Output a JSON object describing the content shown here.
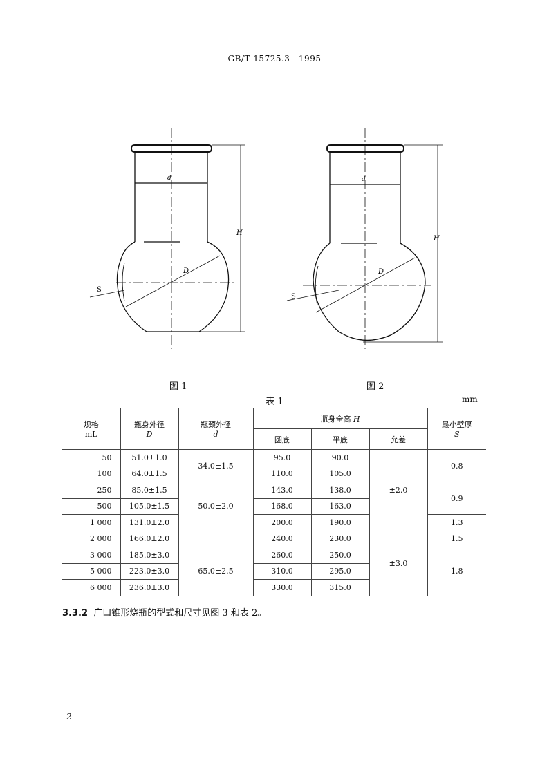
{
  "header": {
    "doc_number": "GB/T 15725.3—1995"
  },
  "figures": [
    {
      "caption": "图 1",
      "labels": {
        "d": "d",
        "D": "D",
        "H": "H",
        "S": "S"
      }
    },
    {
      "caption": "图 2",
      "labels": {
        "d": "d",
        "D": "D",
        "H": "H",
        "S": "S"
      }
    }
  ],
  "table": {
    "title": "表 1",
    "unit": "mm",
    "headers": {
      "spec": "规格",
      "spec_unit": "mL",
      "body_od": "瓶身外径",
      "body_od_sym": "D",
      "neck_od": "瓶颈外径",
      "neck_od_sym": "d",
      "height": "瓶身全高",
      "height_sym": "H",
      "round": "圆底",
      "flat": "平底",
      "tol": "允差",
      "wall": "最小壁厚",
      "wall_sym": "S"
    },
    "rows": [
      {
        "spec": "50",
        "D": "51.0±1.0",
        "round": "95.0",
        "flat": "90.0"
      },
      {
        "spec": "100",
        "D": "64.0±1.5",
        "round": "110.0",
        "flat": "105.0"
      },
      {
        "spec": "250",
        "D": "85.0±1.5",
        "round": "143.0",
        "flat": "138.0"
      },
      {
        "spec": "500",
        "D": "105.0±1.5",
        "round": "168.0",
        "flat": "163.0"
      },
      {
        "spec": "1 000",
        "D": "131.0±2.0",
        "round": "200.0",
        "flat": "190.0"
      },
      {
        "spec": "2 000",
        "D": "166.0±2.0",
        "round": "240.0",
        "flat": "230.0"
      },
      {
        "spec": "3 000",
        "D": "185.0±3.0",
        "round": "260.0",
        "flat": "250.0"
      },
      {
        "spec": "5 000",
        "D": "223.0±3.0",
        "round": "310.0",
        "flat": "295.0"
      },
      {
        "spec": "6 000",
        "D": "236.0±3.0",
        "round": "330.0",
        "flat": "315.0"
      }
    ],
    "neck_groups": [
      "34.0±1.5",
      "50.0±2.0",
      "65.0±2.5"
    ],
    "tol_groups": [
      "±2.0",
      "±3.0"
    ],
    "wall_groups": [
      "0.8",
      "0.9",
      "1.3",
      "1.5",
      "1.8"
    ]
  },
  "clause": {
    "number": "3.3.2",
    "text": "广口锥形烧瓶的型式和尺寸见图 3 和表 2。"
  },
  "page_number": "2"
}
